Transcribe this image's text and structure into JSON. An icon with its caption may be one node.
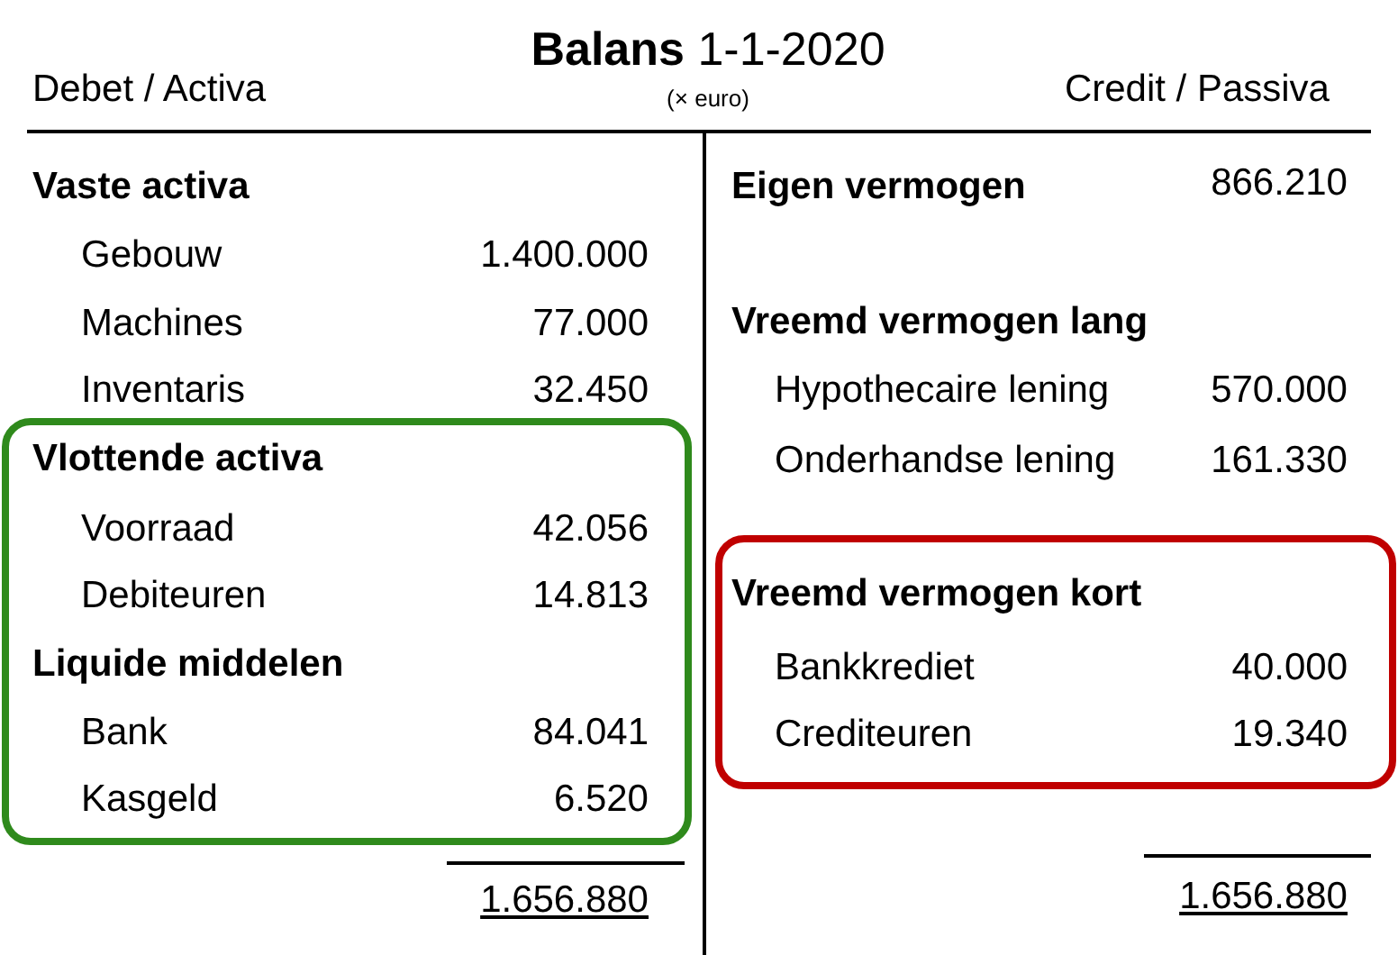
{
  "diagram": {
    "title": "**Balans** 1-1-2020",
    "nodes": [
      {
        "text": [
          "Vlottende activa",
          "Voorraad",
          "42.056",
          "Debiteuren",
          "14.813",
          "Liquide middelen",
          "Bank",
          "84.041",
          "Kasgeld",
          "6.520"
        ]
      },
      {
        "text": [
          "Vreemd vermogen kort",
          "Bankkrediet",
          "40.000",
          "Crediteuren",
          "19.340"
        ]
      }
    ],
    "labels": [
      "Debet / Activa",
      "(× euro)",
      "Credit / Passiva",
      "Vaste activa",
      "Gebouw",
      "1.400.000",
      "Machines",
      "77.000",
      "Inventaris",
      "32.450",
      "1.656.880",
      "Eigen vermogen",
      "866.210",
      "Vreemd vermogen lang",
      "Hypothecaire lening",
      "570.000",
      "Onderhandse lening",
      "161.330",
      "1.656.880"
    ]
  }
}
